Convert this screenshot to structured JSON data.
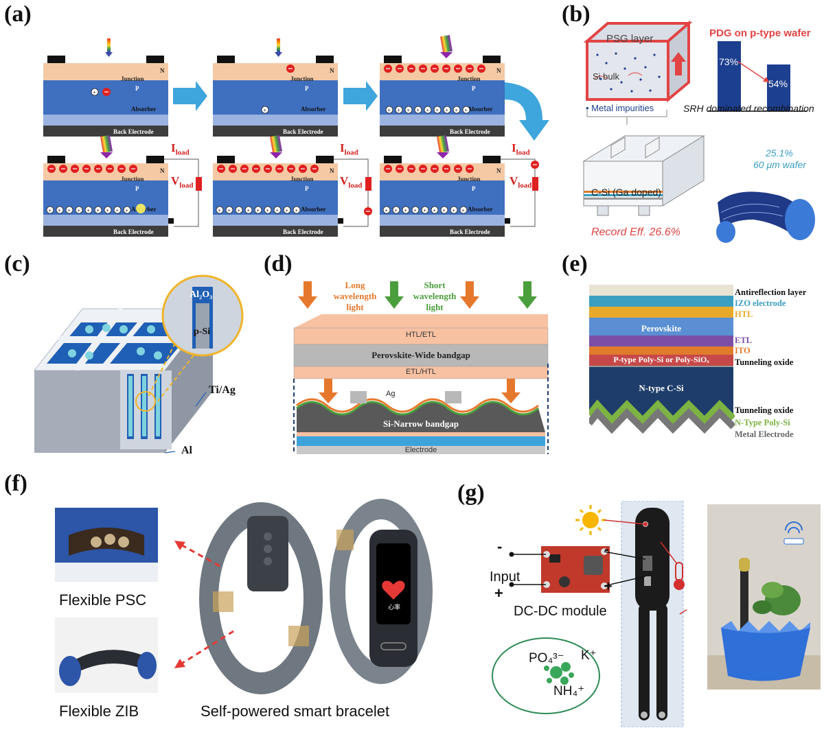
{
  "panels": {
    "a": "(a)",
    "b": "(b)",
    "c": "(c)",
    "d": "(d)",
    "e": "(e)",
    "f": "(f)",
    "g": "(g)"
  },
  "panel_a": {
    "layer_n": "N",
    "layer_junction": "Junction",
    "layer_p": "P",
    "layer_absorber": "Absorber",
    "layer_back": "Back Electrode",
    "iload": "I",
    "iload_sub": "load",
    "vload": "V",
    "vload_sub": "load",
    "minus": "−",
    "plus": "+"
  },
  "panel_b": {
    "psg_layer": "PSG layer",
    "si_bulk": "Si bulk",
    "metal_impurities": "• Metal impurities",
    "pdg_title": "PDG on p-type wafer",
    "bar1_label": "73%",
    "bar2_label": "54%",
    "srh": "SRH dominated recombination",
    "csi": "C-Si (Ga doped)",
    "record": "Record Eff. 26.6%",
    "eff": "25.1%",
    "wafer": "60 μm wafer",
    "bars": [
      73,
      54
    ]
  },
  "panel_c": {
    "al2o3": "Al₂O₃",
    "psi": "p-Si",
    "tiag": "Ti/Ag",
    "al": "Al"
  },
  "panel_d": {
    "long": "Long\nwavelength\nlight",
    "long1": "Long",
    "long2": "wavelength",
    "long3": "light",
    "short1": "Short",
    "short2": "wavelength",
    "short3": "light",
    "htl_etl": "HTL/ETL",
    "perovskite": "Perovskite-Wide bandgap",
    "etl_htl": "ETL/HTL",
    "ag": "Ag",
    "si": "Si-Narrow bandgap",
    "electrode": "Electrode"
  },
  "panel_e": {
    "antireflection": "Antireflection layer",
    "izo": "IZO electrode",
    "htl": "HTL",
    "perovskite": "Perovskite",
    "etl": "ETL",
    "ito": "ITO",
    "ptype": "P-type Poly-Si or Poly-SiOₓ",
    "tunnel1": "Tunneling oxide",
    "nc": "N-type C-Si",
    "tunnel2": "Tunneling oxide",
    "npoly": "N-Type Poly-Si",
    "metal": "Metal Electrode",
    "colors": {
      "izo": "#3a9ec0",
      "htl": "#e8a92a",
      "etl": "#7a4fa5",
      "ito": "#e07b2c",
      "npoly": "#7cb342",
      "metal": "#666666"
    }
  },
  "panel_f": {
    "psc": "Flexible PSC",
    "zib": "Flexible ZIB",
    "bracelet": "Self-powered smart bracelet",
    "screen_text": "心率"
  },
  "panel_g": {
    "minus": "-",
    "plus": "+",
    "input": "Input",
    "module": "DC-DC module",
    "ions_po4": "PO₄³⁻",
    "ions_k": "K⁺",
    "ions_nh4": "NH₄⁺"
  }
}
